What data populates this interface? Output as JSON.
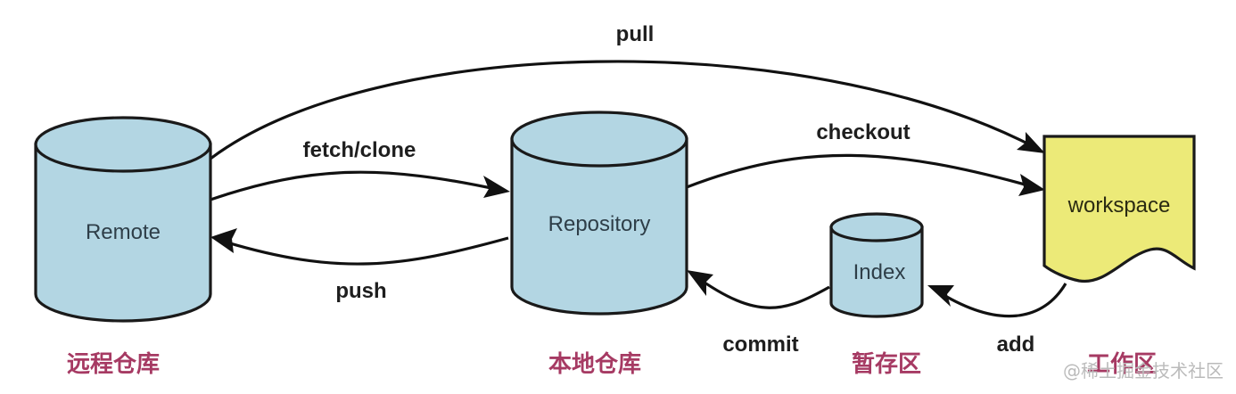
{
  "diagram": {
    "title": "Git workflow",
    "nodes": [
      {
        "id": "remote",
        "label": "Remote",
        "caption": "远程仓库",
        "shape": "cylinder"
      },
      {
        "id": "repository",
        "label": "Repository",
        "caption": "本地仓库",
        "shape": "cylinder"
      },
      {
        "id": "index",
        "label": "Index",
        "caption": "暂存区",
        "shape": "cylinder"
      },
      {
        "id": "workspace",
        "label": "workspace",
        "caption": "工作区",
        "shape": "document"
      }
    ],
    "edges": [
      {
        "id": "pull",
        "label": "pull",
        "from": "remote",
        "to": "workspace"
      },
      {
        "id": "fetch-clone",
        "label": "fetch/clone",
        "from": "remote",
        "to": "repository"
      },
      {
        "id": "push",
        "label": "push",
        "from": "repository",
        "to": "remote"
      },
      {
        "id": "checkout",
        "label": "checkout",
        "from": "repository",
        "to": "workspace"
      },
      {
        "id": "commit",
        "label": "commit",
        "from": "index",
        "to": "repository"
      },
      {
        "id": "add",
        "label": "add",
        "from": "workspace",
        "to": "index"
      }
    ],
    "colors": {
      "cylinder_fill": "#b3d6e3",
      "workspace_fill": "#ecea78",
      "caption": "#a63a63",
      "stroke": "#111111"
    },
    "watermark": "@稀土掘金技术社区"
  }
}
